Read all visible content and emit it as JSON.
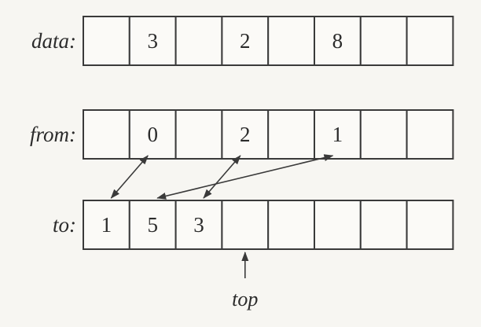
{
  "rows": [
    {
      "key": "data",
      "label": "data:",
      "values": [
        "",
        "3",
        "",
        "2",
        "",
        "8",
        "",
        ""
      ]
    },
    {
      "key": "from",
      "label": "from:",
      "values": [
        "",
        "0",
        "",
        "2",
        "",
        "1",
        "",
        ""
      ]
    },
    {
      "key": "to",
      "label": "to:",
      "values": [
        "1",
        "5",
        "3",
        "",
        "",
        "",
        "",
        ""
      ]
    }
  ],
  "links": [
    {
      "from_index": 1,
      "to_index": 0
    },
    {
      "from_index": 3,
      "to_index": 2
    },
    {
      "from_index": 5,
      "to_index": 1
    }
  ],
  "pointer": {
    "label": "top",
    "row": "to",
    "index": 3
  }
}
